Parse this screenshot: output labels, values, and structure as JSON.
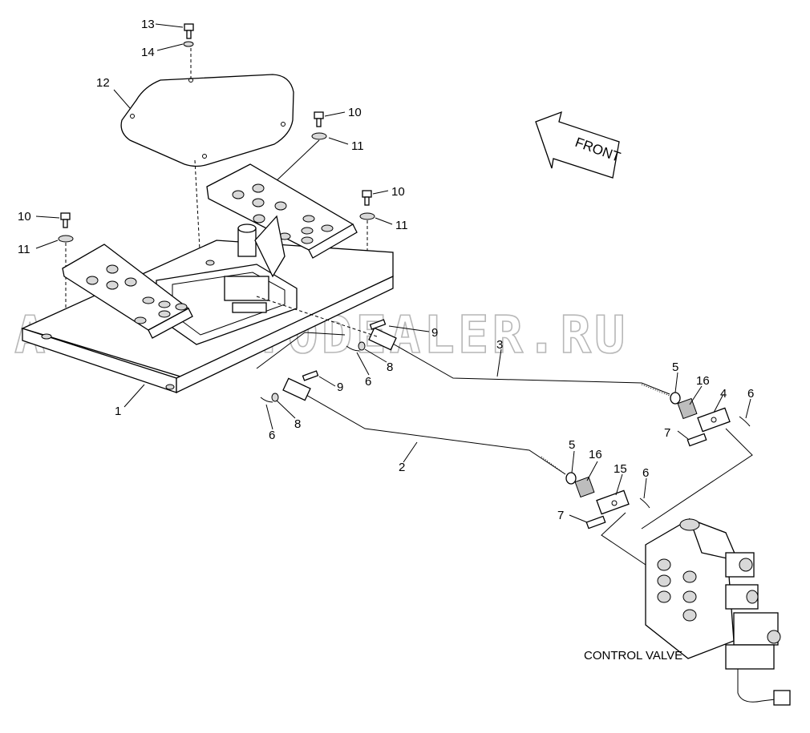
{
  "diagram": {
    "watermark": "ACAT.AUTODEALER.RU",
    "front_label": "FRONT",
    "control_valve_label": "CONTROL VALVE",
    "callouts": [
      {
        "id": "c13",
        "text": "13"
      },
      {
        "id": "c14",
        "text": "14"
      },
      {
        "id": "c12",
        "text": "12"
      },
      {
        "id": "c10a",
        "text": "10"
      },
      {
        "id": "c11a",
        "text": "11"
      },
      {
        "id": "c10b",
        "text": "10"
      },
      {
        "id": "c11b",
        "text": "11"
      },
      {
        "id": "c10c",
        "text": "10"
      },
      {
        "id": "c11c",
        "text": "11"
      },
      {
        "id": "c1",
        "text": "1"
      },
      {
        "id": "c9a",
        "text": "9"
      },
      {
        "id": "c3",
        "text": "3"
      },
      {
        "id": "c8a",
        "text": "8"
      },
      {
        "id": "c6a",
        "text": "6"
      },
      {
        "id": "c9b",
        "text": "9"
      },
      {
        "id": "c8b",
        "text": "8"
      },
      {
        "id": "c6b",
        "text": "6"
      },
      {
        "id": "c5a",
        "text": "5"
      },
      {
        "id": "c16a",
        "text": "16"
      },
      {
        "id": "c4",
        "text": "4"
      },
      {
        "id": "c6c",
        "text": "6"
      },
      {
        "id": "c7a",
        "text": "7"
      },
      {
        "id": "c2",
        "text": "2"
      },
      {
        "id": "c5b",
        "text": "5"
      },
      {
        "id": "c16b",
        "text": "16"
      },
      {
        "id": "c15",
        "text": "15"
      },
      {
        "id": "c6d",
        "text": "6"
      },
      {
        "id": "c7b",
        "text": "7"
      }
    ]
  }
}
